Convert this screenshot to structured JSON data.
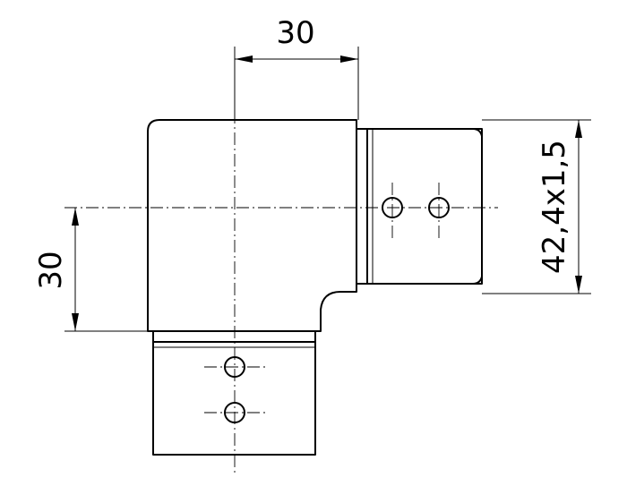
{
  "dimensions": {
    "top_width": "30",
    "left_height": "30",
    "tube_size": "42,4x1,5"
  }
}
